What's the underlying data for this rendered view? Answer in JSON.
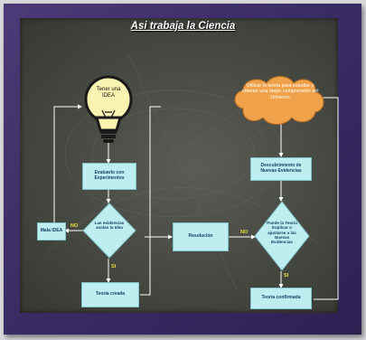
{
  "diagram": {
    "title": "Asi trabaja la Ciencia",
    "idea_bulb": "Tener una IDEA",
    "cloud": "Utilizar la teoría para estudiar y obtener una mejor comprensión del Universo",
    "evaluate": "Evaluarlo con Experimentos",
    "decision1": "Las evidencias avalan la Idea",
    "bad_idea": "Mala IDEA",
    "tested_theory": "Teoría creada",
    "resolution": "Resolución",
    "discovery": "Descubrimiento de Nuevas Evidencias",
    "decision2": "Puede la Teoría Explicar o ajustarse a las Nuevas Evidencias",
    "confirmed": "Teoría confirmada",
    "label_no_left": "NO",
    "label_si_left": "SI",
    "label_no_right": "NO",
    "label_si_right": "SI"
  },
  "colors": {
    "frame": "#3d2e6b",
    "board": "#4a4b45",
    "box_fill": "#bfeef0",
    "cloud": "#f0a24a",
    "bulb": "#fbf3b2",
    "label": "#e9e23a"
  }
}
